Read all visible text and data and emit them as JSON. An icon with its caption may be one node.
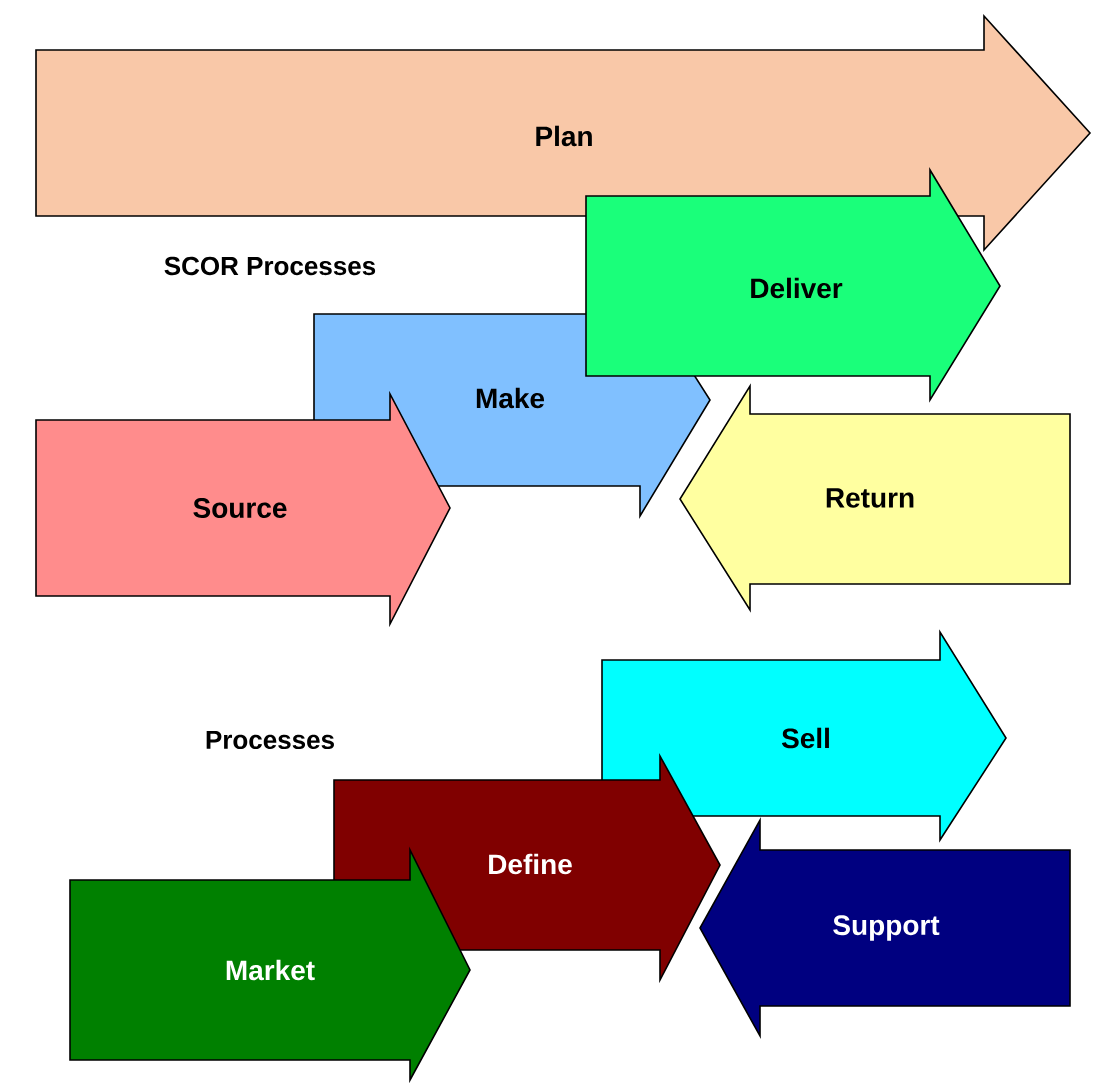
{
  "diagram": {
    "nodes": [
      {
        "text": [
          "Plan"
        ]
      },
      {
        "text": [
          "Deliver"
        ]
      },
      {
        "text": [
          "Make"
        ]
      },
      {
        "text": [
          "Source"
        ]
      },
      {
        "text": [
          "Return"
        ]
      },
      {
        "text": [
          "Sell"
        ]
      },
      {
        "text": [
          "Define"
        ]
      },
      {
        "text": [
          "Support"
        ]
      },
      {
        "text": [
          "Market"
        ]
      }
    ],
    "labels": [
      "SCOR Processes",
      "Processes"
    ]
  }
}
